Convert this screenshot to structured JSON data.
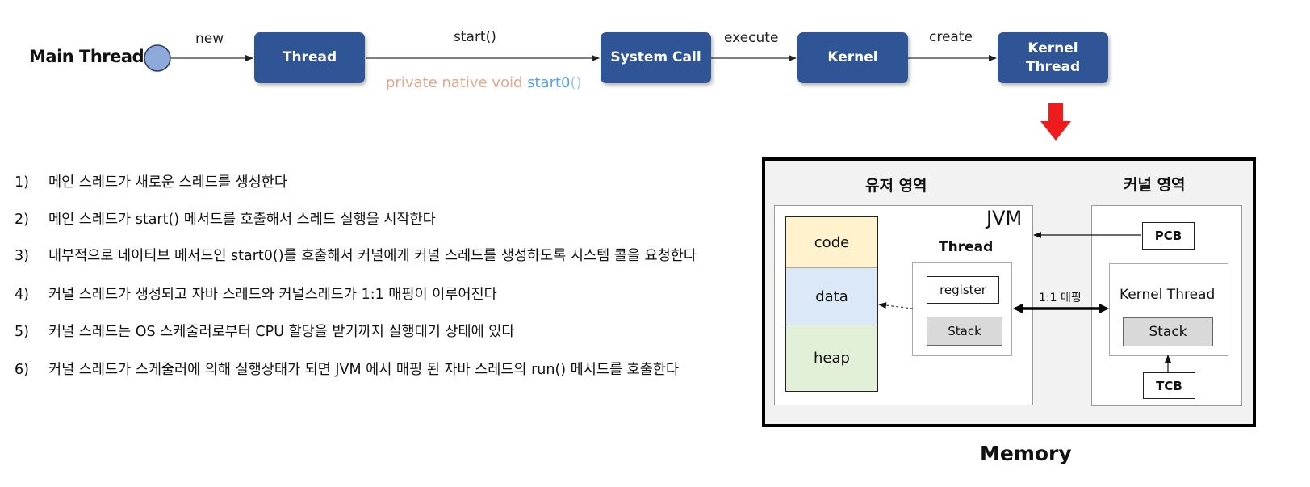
{
  "flow": {
    "main_thread_label": "Main Thread",
    "nodes": {
      "thread": "Thread",
      "system_call": "System Call",
      "kernel": "Kernel",
      "kernel_thread_line1": "Kernel",
      "kernel_thread_line2": "Thread"
    },
    "edges": {
      "new": "new",
      "start": "start()",
      "execute": "execute",
      "create": "create"
    },
    "native": {
      "prefix": "private native void ",
      "method": "start0",
      "parens": "()"
    }
  },
  "steps": [
    {
      "num": "1)",
      "text": "메인 스레드가 새로운 스레드를 생성한다"
    },
    {
      "num": "2)",
      "text": "메인 스레드가 start() 메서드를 호출해서 스레드 실행을 시작한다"
    },
    {
      "num": "3)",
      "text": "내부적으로 네이티브 메서드인 start0()를 호출해서 커널에게 커널 스레드를 생성하도록 시스템 콜을 요청한다"
    },
    {
      "num": "4)",
      "text": "커널 스레드가 생성되고 자바 스레드와 커널스레드가 1:1 매핑이 이루어진다"
    },
    {
      "num": "5)",
      "text": "커널 스레드는 OS 스케줄러로부터 CPU 할당을 받기까지 실행대기 상태에 있다"
    },
    {
      "num": "6)",
      "text": "커널 스레드가 스케줄러에 의해 실행상태가 되면 JVM 에서 매핑 된 자바 스레드의 run() 메서드를 호출한다"
    }
  ],
  "memory": {
    "caption": "Memory",
    "user_area_title": "유저 영역",
    "kernel_area_title": "커널 영역",
    "jvm_label": "JVM",
    "thread_label": "Thread",
    "segments": {
      "code": "code",
      "data": "data",
      "heap": "heap"
    },
    "register_label": "register",
    "stack_label": "Stack",
    "mapping_label": "1:1 매핑",
    "pcb_label": "PCB",
    "kernel_thread_label": "Kernel Thread",
    "kernel_stack_label": "Stack",
    "tcb_label": "TCB"
  },
  "colors": {
    "node_fill": "#2f5597",
    "main_dot": "#8eaadb",
    "native_prefix": "#e0a98c",
    "native_method": "#5ba3e0",
    "down_arrow": "#ee1c1c",
    "code_fill": "#fff2cc",
    "data_fill": "#dae8f7",
    "heap_fill": "#e2efd9",
    "stack_fill": "#d9d9d9"
  }
}
